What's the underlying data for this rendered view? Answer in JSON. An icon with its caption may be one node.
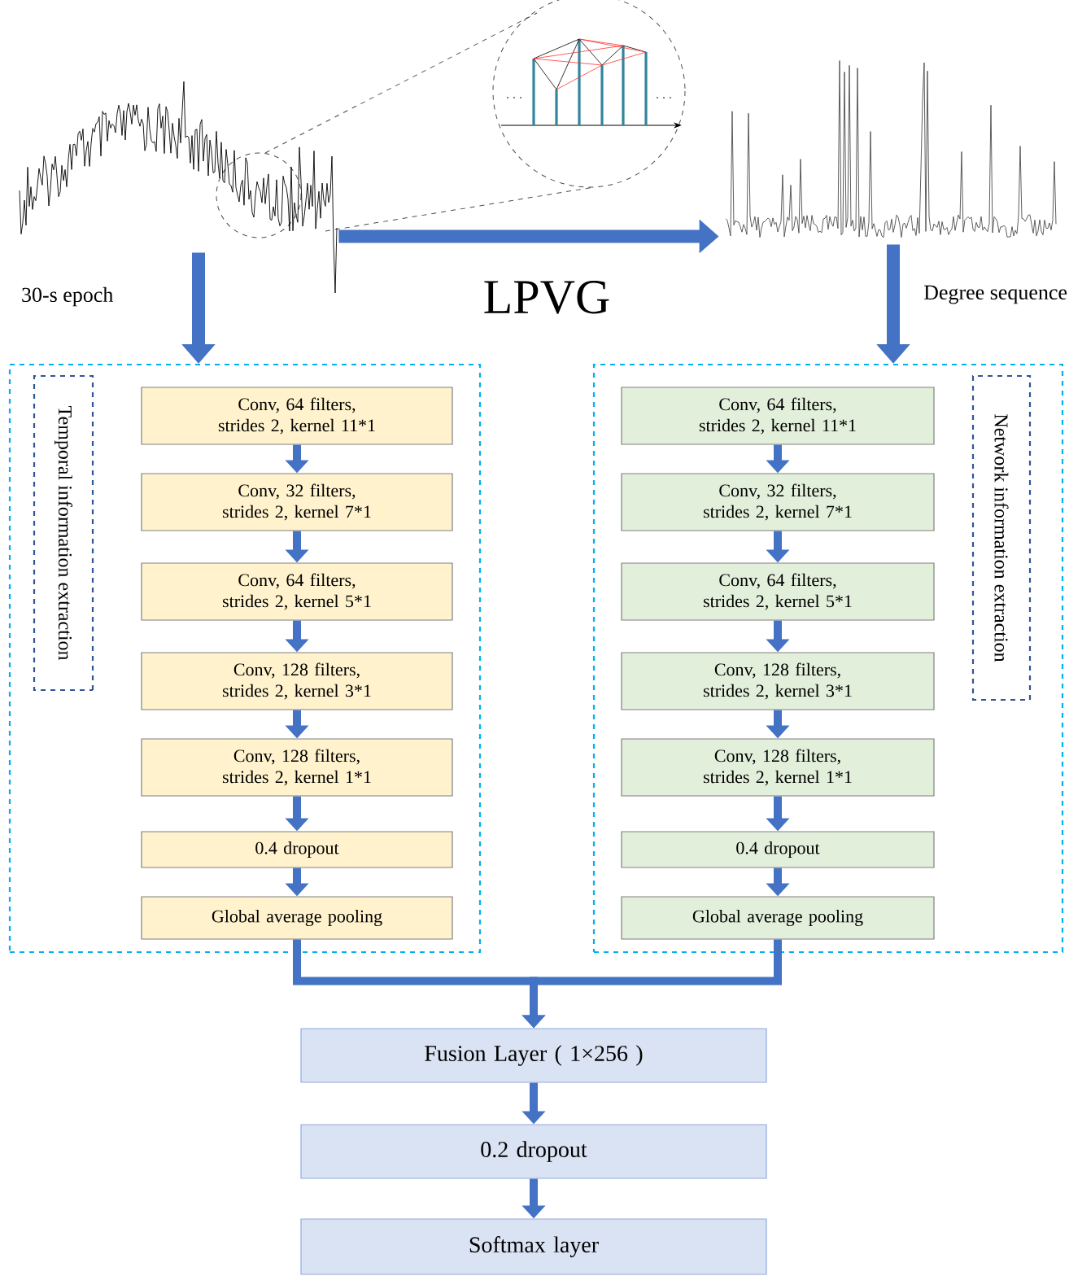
{
  "diagram": {
    "nodes": [
      {
        "text": [],
        "shape": "picture",
        "beside": [
          "30-s epoch"
        ]
      },
      {
        "text": [],
        "shape": "picture",
        "beside": [
          "Degree sequence"
        ]
      },
      {
        "text": [],
        "shape": "box"
      },
      {
        "text": [
          "Temporal information extraction"
        ],
        "in": 2
      },
      {
        "text": [
          "Conv, 64 filters, strides 2, kernel 11*1"
        ],
        "in": 2
      },
      {
        "text": [
          "Conv, 32 filters, strides 2, kernel 7*1"
        ],
        "in": 2
      },
      {
        "text": [
          "Conv, 64 filters, strides 2, kernel 5*1"
        ],
        "in": 2
      },
      {
        "text": [
          "Conv, 128 filters, strides 2, kernel 3*1"
        ],
        "in": 2
      },
      {
        "text": [
          "Conv, 128 filters, strides 2, kernel 1*1"
        ],
        "in": 2
      },
      {
        "text": [
          "0.4 dropout"
        ],
        "in": 2
      },
      {
        "text": [
          "Global average pooling"
        ],
        "in": 2
      },
      {
        "text": [],
        "shape": "box"
      },
      {
        "text": [
          "Network information extraction"
        ],
        "in": 11
      },
      {
        "text": [
          "Conv, 64 filters, strides 2, kernel 11*1"
        ],
        "in": 11
      },
      {
        "text": [
          "Conv, 32 filters, strides 2, kernel 7*1"
        ],
        "in": 11
      },
      {
        "text": [
          "Conv, 64 filters, strides 2, kernel 5*1"
        ],
        "in": 11
      },
      {
        "text": [
          "Conv, 128 filters, strides 2, kernel 3*1"
        ],
        "in": 11
      },
      {
        "text": [
          "Conv, 128 filters, strides 2, kernel 1*1"
        ],
        "in": 11
      },
      {
        "text": [
          "0.4 dropout"
        ],
        "in": 11
      },
      {
        "text": [
          "Global average pooling"
        ],
        "in": 11
      },
      {
        "text": [
          "Fusion Layer ( 1×256 )"
        ]
      },
      {
        "text": [
          "0.2 dropout"
        ]
      },
      {
        "text": [
          "Softmax layer"
        ]
      }
    ],
    "edges": [
      {
        "from": 0,
        "to": 1,
        "arrow": "to",
        "label": "LPVG"
      },
      {
        "from": 0,
        "to": 2,
        "arrow": "to"
      },
      {
        "from": 1,
        "to": 11,
        "arrow": "to"
      },
      {
        "from": 4,
        "to": 5,
        "arrow": "to"
      },
      {
        "from": 5,
        "to": 6,
        "arrow": "to"
      },
      {
        "from": 6,
        "to": 7,
        "arrow": "to"
      },
      {
        "from": 7,
        "to": 8,
        "arrow": "to"
      },
      {
        "from": 8,
        "to": 9,
        "arrow": "to"
      },
      {
        "from": 9,
        "to": 10,
        "arrow": "to"
      },
      {
        "from": 13,
        "to": 14,
        "arrow": "to"
      },
      {
        "from": 14,
        "to": 15,
        "arrow": "to"
      },
      {
        "from": 15,
        "to": 16,
        "arrow": "to"
      },
      {
        "from": 16,
        "to": 17,
        "arrow": "to"
      },
      {
        "from": 17,
        "to": 18,
        "arrow": "to"
      },
      {
        "from": 18,
        "to": 19,
        "arrow": "to"
      },
      {
        "from": 10,
        "to": 20,
        "arrow": "to"
      },
      {
        "from": 19,
        "to": 20,
        "arrow": "to"
      },
      {
        "from": 20,
        "to": 21,
        "arrow": "to"
      },
      {
        "from": 21,
        "to": 22,
        "arrow": "to"
      }
    ]
  }
}
